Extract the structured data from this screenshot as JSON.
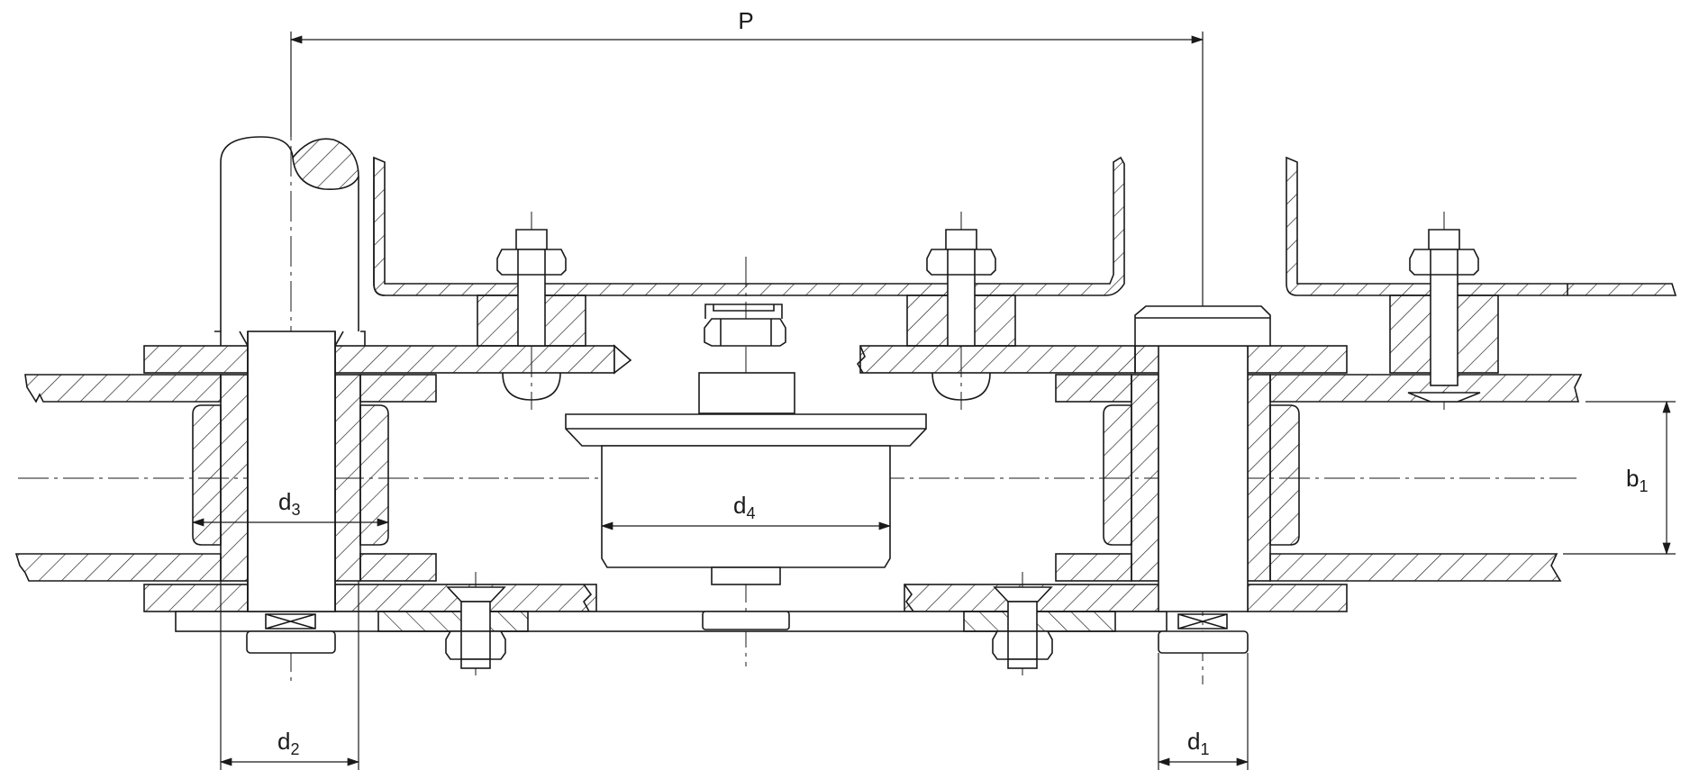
{
  "drawing": {
    "type": "technical-section-drawing",
    "line_color": "#1a1a1a",
    "hatch_color": "#1a1a1a",
    "background": "#ffffff"
  },
  "dimensions": {
    "P": {
      "base": "P",
      "sub": ""
    },
    "b1": {
      "base": "b",
      "sub": "1"
    },
    "d1": {
      "base": "d",
      "sub": "1"
    },
    "d2": {
      "base": "d",
      "sub": "2"
    },
    "d3": {
      "base": "d",
      "sub": "3"
    },
    "d4": {
      "base": "d",
      "sub": "4"
    }
  }
}
